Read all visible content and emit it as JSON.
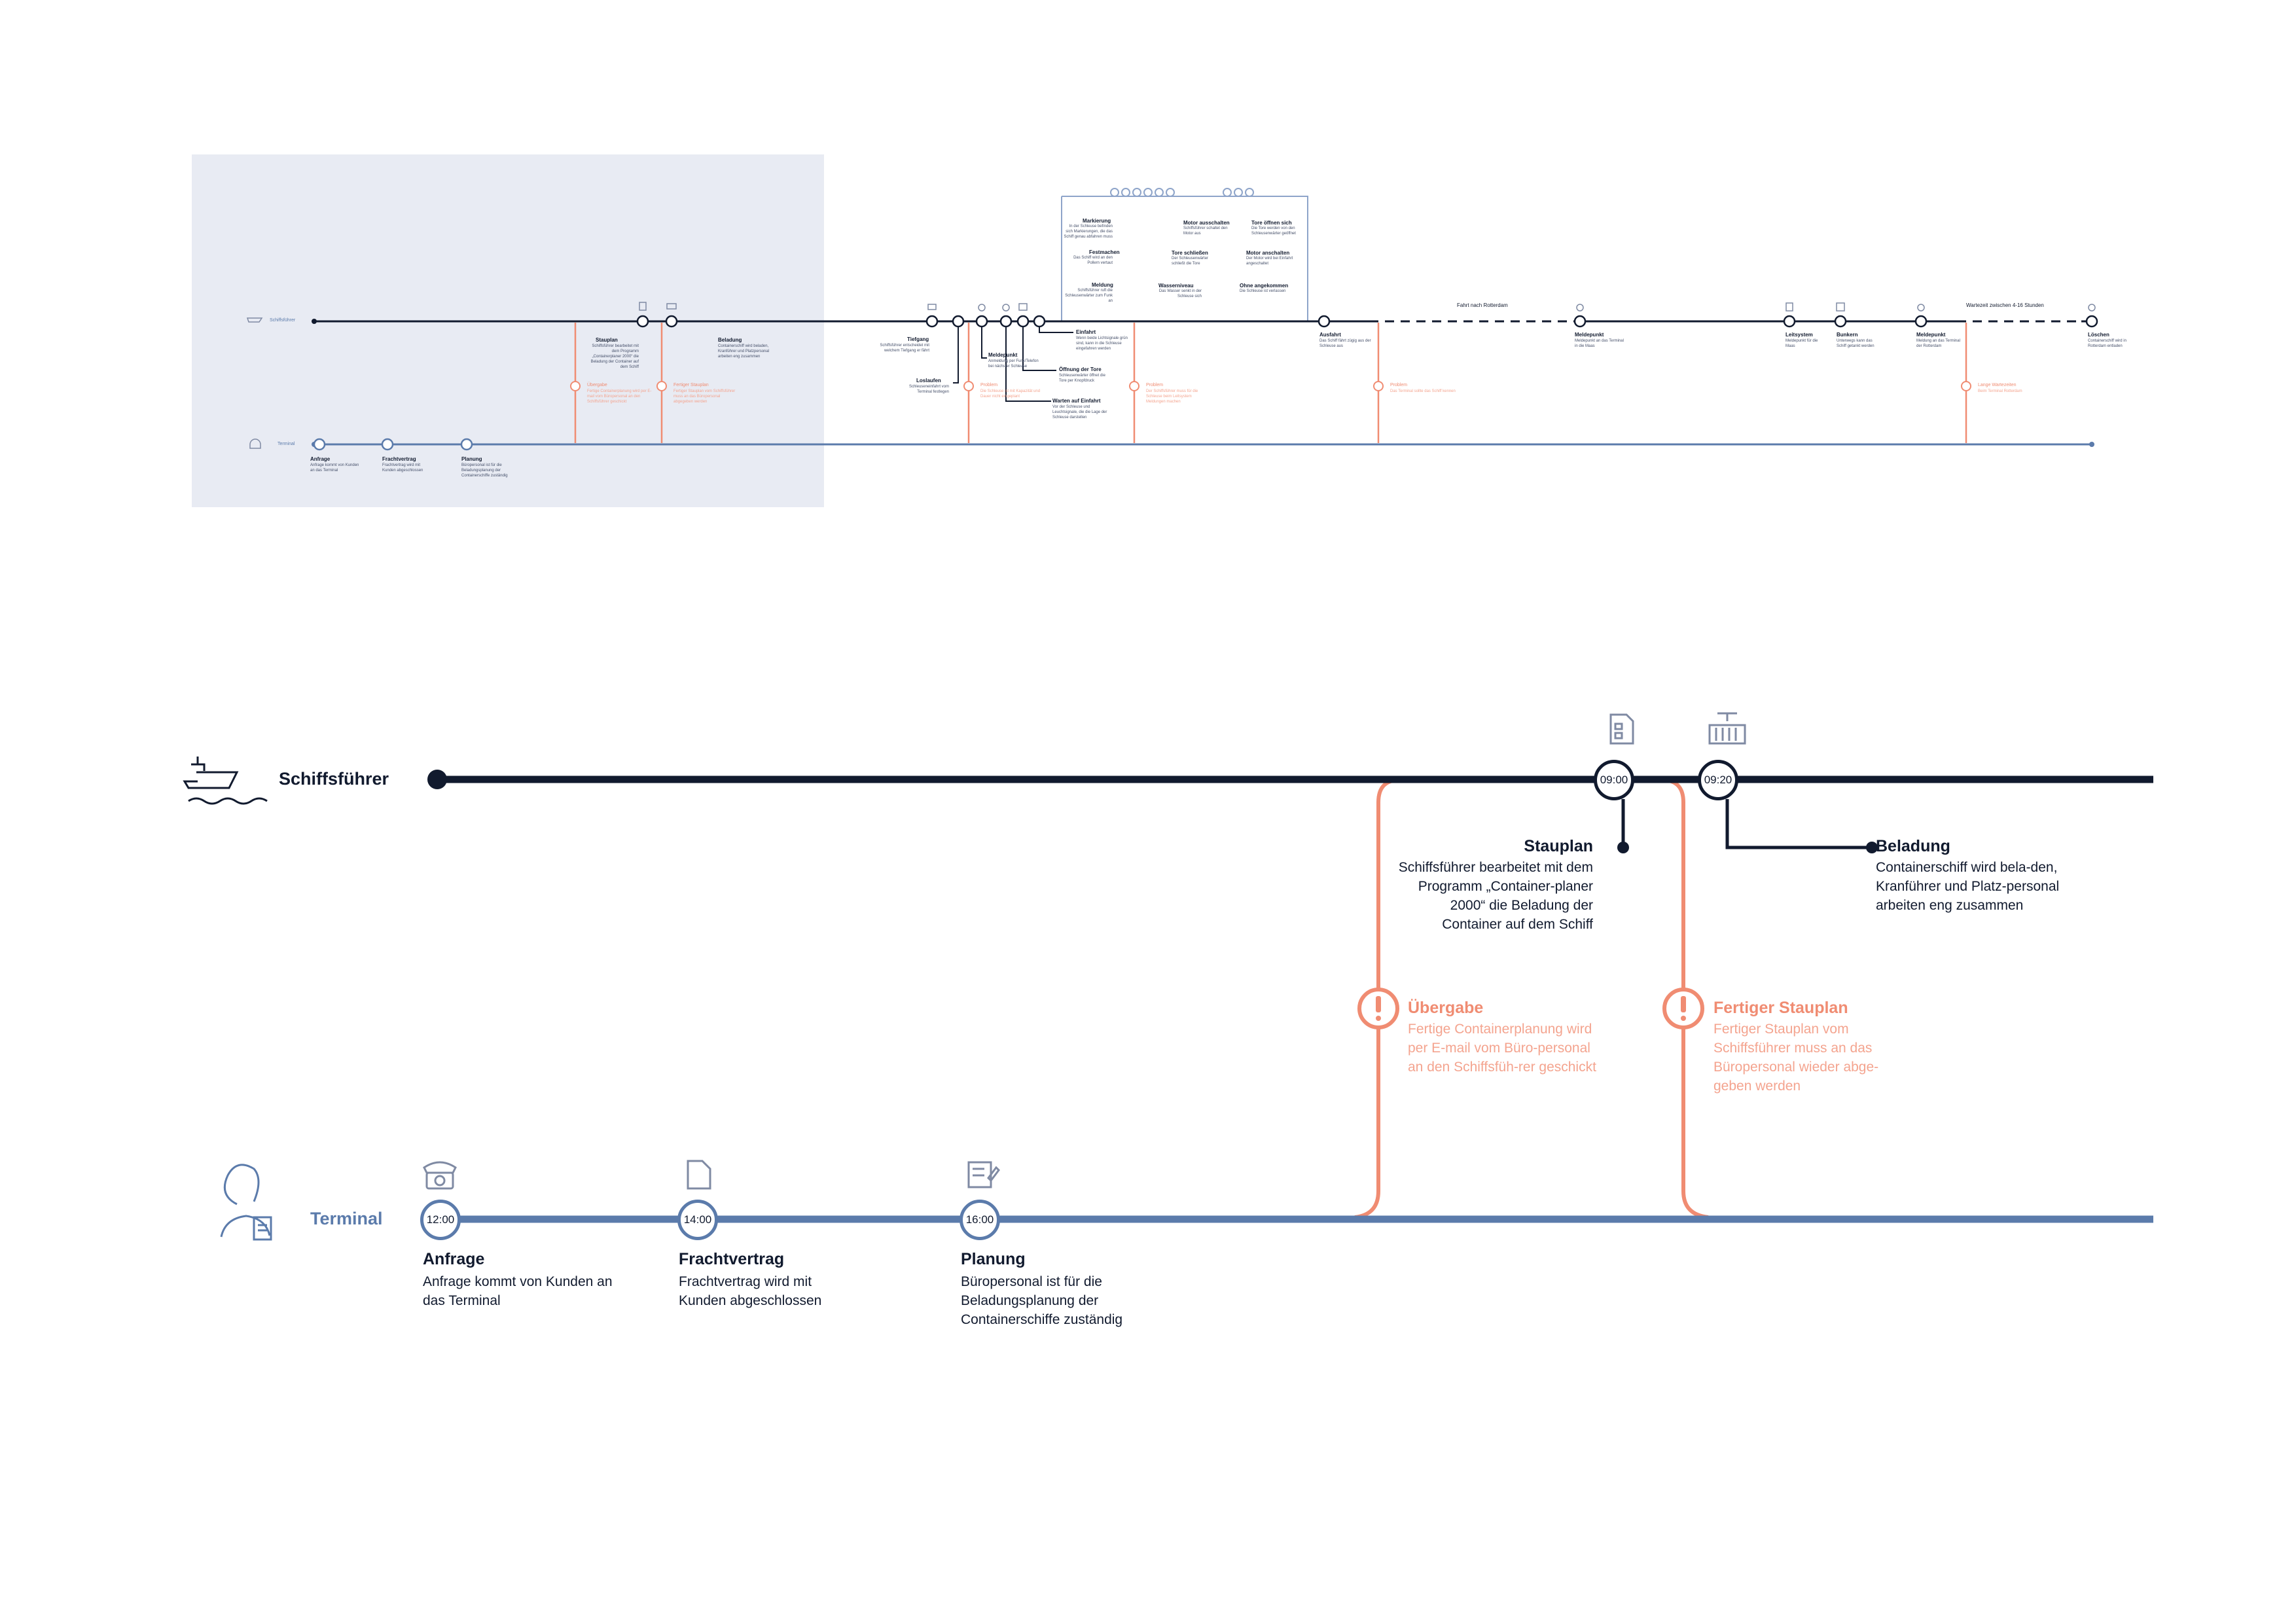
{
  "overview": {
    "lanes": {
      "ship": "Schiffsführer",
      "terminal": "Terminal"
    },
    "route_label": "Fahrt nach Rotterdam",
    "wait_label": "Wartezeit zwischen 4-16 Stunden",
    "events": [
      {
        "title": "Anfrage",
        "desc": "Anfrage kommt von Kunden an das Terminal"
      },
      {
        "title": "Frachtvertrag",
        "desc": "Frachtvertrag wird mit Kunden abgeschlossen"
      },
      {
        "title": "Planung",
        "desc": "Büropersonal ist für die Beladungsplanung der Containerschiffe zuständig"
      },
      {
        "title": "Stauplan",
        "desc": "Schiffsführer bearbeitet mit dem Programm „Containerplaner 2000“ die Beladung der Container auf dem Schiff"
      },
      {
        "title": "Beladung",
        "desc": "Containerschiff wird beladen, Kranführer und Platzpersonal arbeiten eng zusammen"
      },
      {
        "title": "Übergabe",
        "desc": "Fertige Containerplanung wird per E-mail vom Büropersonal an den Schiffsführer geschickt"
      },
      {
        "title": "Fertiger Stauplan",
        "desc": "Fertiger Stauplan vom Schiffsführer muss an das Büropersonal wieder abgegeben werden"
      },
      {
        "title": "Tiefgang",
        "desc": "Schiffsführer entscheidet mit welchem Tiefgang er fährt"
      },
      {
        "title": "Loslaufen",
        "desc": "Schleuseneinfahrt vom Terminal festlegen"
      },
      {
        "title": "Meldepunkt",
        "desc": "Anmeldung per Funk/Telefon bei nächster Schleuse"
      },
      {
        "title": "Einfahrt",
        "desc": "Wenn beide Lichtsignale grün sind, kann in die Schleuse eingefahren werden"
      },
      {
        "title": "Öffnung der Tore",
        "desc": "Schleusenwärter öffnet die Tore per Knopfdruck"
      },
      {
        "title": "Warten auf Einfahrt",
        "desc": "Vor der Schleuse und Leuchtsignale, die die Lage der Schleuse darstellen"
      },
      {
        "title": "Markierung",
        "desc": "In der Schleuse befinden sich Markierungen, die das Schiff genau abfahren muss"
      },
      {
        "title": "Festmachen",
        "desc": "Das Schiff wird an den Pollern vertaut"
      },
      {
        "title": "Meldung",
        "desc": "Schiffsführer ruft die Schleusenwärter zum Funk an"
      },
      {
        "title": "Motor ausschalten",
        "desc": "Schiffsführer schaltet den Motor aus"
      },
      {
        "title": "Tore schließen",
        "desc": "Der Schleusenwärter schließt die Tore"
      },
      {
        "title": "Wasserniveau",
        "desc": "Das Wasser senkt in der Schleuse sich"
      },
      {
        "title": "Tore öffnen sich",
        "desc": "Die Tore werden von den Schleusenwärter geöffnet"
      },
      {
        "title": "Motor anschalten",
        "desc": "Der Motor wird bei Einfahrt angeschaltet"
      },
      {
        "title": "Ohne angekommen",
        "desc": "Die Schleuse ist verlassen"
      },
      {
        "title": "Ausfahrt",
        "desc": "Das Schiff fährt zügig aus der Schleuse aus"
      },
      {
        "title": "Meldepunkt",
        "desc": "Meldepunkt an das Terminal in die Maas"
      },
      {
        "title": "Leitsystem",
        "desc": "Meldepunkt für die Maas"
      },
      {
        "title": "Bunkern",
        "desc": "Unterwegs kann das Schiff getankt werden"
      },
      {
        "title": "Meldepunkt",
        "desc": "Meldung an das Terminal der Rotterdam"
      },
      {
        "title": "Löschen",
        "desc": "Containerschiff wird in Rotterdam entladen"
      }
    ],
    "warnings": [
      {
        "title": "Übergabe",
        "desc": "Fertige Containerplanung wird per E-mail vom Büropersonal an den Schiffsführer geschickt"
      },
      {
        "title": "Fertiger Stauplan",
        "desc": "Fertiger Stauplan vom Schiffsführer muss an das Büropersonal abgegeben werden"
      },
      {
        "title": "Problem",
        "desc": "Die Schleuse ist mit Kapazität und Dauer nicht eingeplant"
      },
      {
        "title": "Problem",
        "desc": "Der Schiffsführer muss für die Schleuse beim Leitsystem Meldungen machen"
      },
      {
        "title": "Problem",
        "desc": "Das Terminal sollte das Schiff kennen"
      },
      {
        "title": "Lange Wartezeiten",
        "desc": "Beim Terminal Rotterdam"
      }
    ]
  },
  "detail": {
    "lanes": {
      "ship": "Schiffsführer",
      "terminal": "Terminal"
    },
    "terminal_events": [
      {
        "time": "12:00",
        "title": "Anfrage",
        "desc": "Anfrage kommt von Kunden an das Terminal",
        "icon": "telephone-icon"
      },
      {
        "time": "14:00",
        "title": "Frachtvertrag",
        "desc": "Frachtvertrag wird mit Kunden abgeschlossen",
        "icon": "document-icon"
      },
      {
        "time": "16:00",
        "title": "Planung",
        "desc": "Büropersonal ist für die Beladungsplanung der Containerschiffe zuständig",
        "icon": "clipboard-edit-icon"
      }
    ],
    "ship_events": [
      {
        "time": "09:00",
        "title": "Stauplan",
        "desc": "Schiffsführer bearbeitet mit dem Programm „Container-planer 2000“ die Beladung der Container auf dem Schiff",
        "icon": "stowage-plan-icon"
      },
      {
        "time": "09:20",
        "title": "Beladung",
        "desc": "Containerschiff wird bela-den, Kranführer und Platz-personal arbeiten eng zusammen",
        "icon": "crane-container-icon"
      }
    ],
    "warnings": [
      {
        "title": "Übergabe",
        "desc": "Fertige Containerplanung wird  per E-mail vom Büro-personal an den Schiffsfüh-rer geschickt"
      },
      {
        "title": "Fertiger Stauplan",
        "desc": "Fertiger Stauplan vom Schiffsführer muss an das Büropersonal wieder abge-geben werden"
      }
    ]
  },
  "colors": {
    "navy": "#111a2e",
    "blue": "#5b7bab",
    "salmon": "#f08c72",
    "highlight": "#e8ebf3"
  }
}
